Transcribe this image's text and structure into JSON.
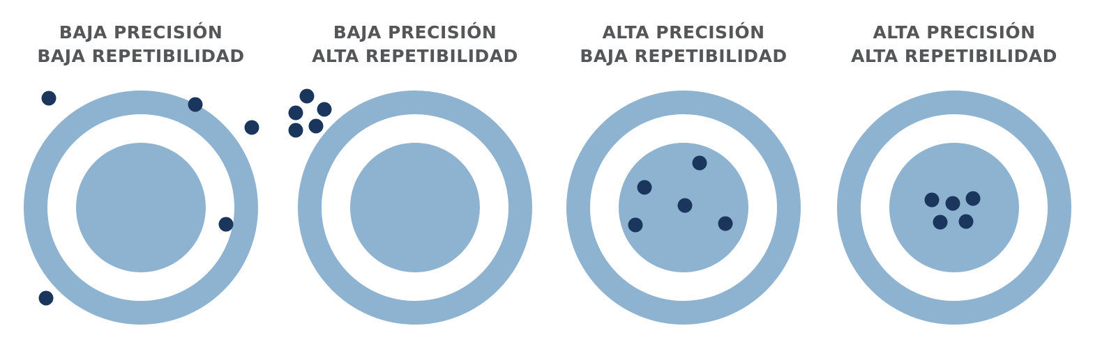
{
  "colors": {
    "ring": "#8db3d1",
    "dot": "#1b365d",
    "text": "#545657"
  },
  "panels": [
    {
      "line1": "BAJA PRECISIÓN",
      "line2": "BAJA REPETIBILIDAD"
    },
    {
      "line1": "BAJA PRECISIÓN",
      "line2": "ALTA REPETIBILIDAD"
    },
    {
      "line1": "ALTA PRECISIÓN",
      "line2": "BAJA REPETIBILIDAD"
    },
    {
      "line1": "ALTA PRECISIÓN",
      "line2": "ALTA REPETIBILIDAD"
    }
  ]
}
